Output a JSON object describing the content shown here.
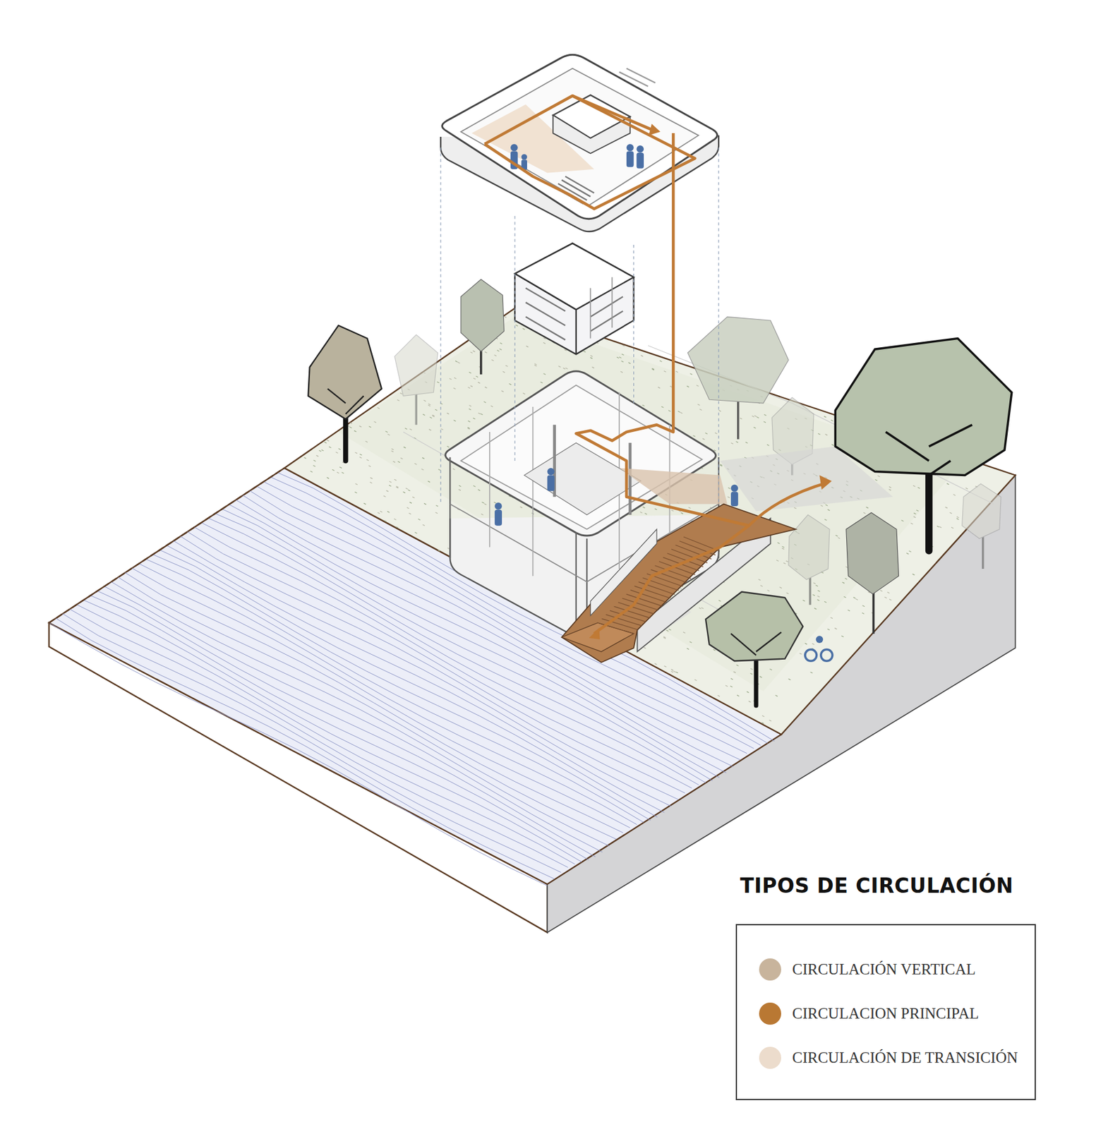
{
  "diagram": {
    "title": "TIPOS DE CIRCULACIÓN",
    "legend": [
      {
        "text": "CIRCULACIÓN VERTICAL",
        "color": "#c8b49c"
      },
      {
        "text": "CIRCULACION PRINCIPAL",
        "color": "#b97833"
      },
      {
        "text": "CIRCULACIÓN DE TRANSICIÓN",
        "color": "#ecdccc"
      }
    ]
  }
}
